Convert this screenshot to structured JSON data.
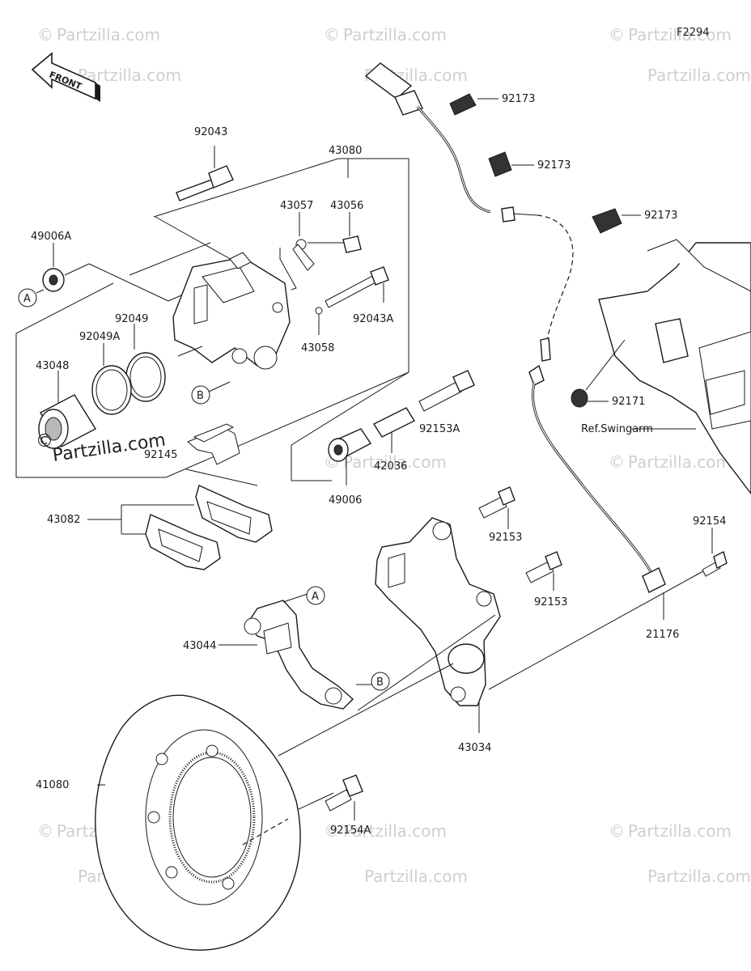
{
  "figure_code": "F2294",
  "front_label": "FRONT",
  "watermarks": {
    "partzilla_com": "Partzilla.com",
    "dark_watermark": "Partzilla.com",
    "copyright_symbol": "©"
  },
  "ref_label": "Ref.Swingarm",
  "callouts": {
    "A": "A",
    "B": "B"
  },
  "parts": {
    "p92043": "92043",
    "p43080": "43080",
    "p43057": "43057",
    "p43056": "43056",
    "p49006A": "49006A",
    "p92049": "92049",
    "p92049A": "92049A",
    "p43048": "43048",
    "p92043A": "92043A",
    "p43058": "43058",
    "p92145": "92145",
    "p92153A": "92153A",
    "p42036": "42036",
    "p49006": "49006",
    "p43082": "43082",
    "p92153_a": "92153",
    "p92153_b": "92153",
    "p43044": "43044",
    "p43034": "43034",
    "p41080": "41080",
    "p92154A": "92154A",
    "p92154": "92154",
    "p21176": "21176",
    "p92173_a": "92173",
    "p92173_b": "92173",
    "p92173_c": "92173",
    "p92171": "92171"
  }
}
